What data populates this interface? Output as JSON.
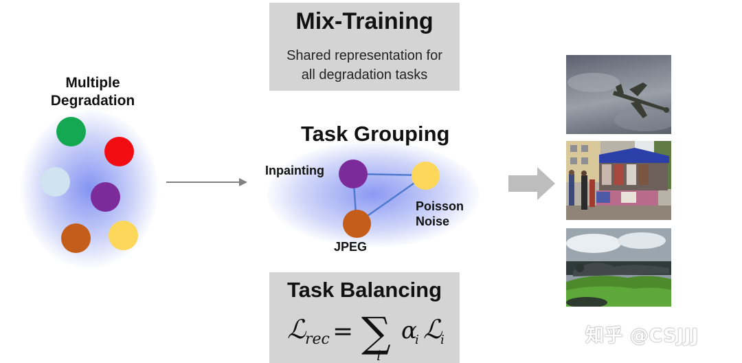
{
  "colors": {
    "green": "#14a853",
    "red": "#f10d12",
    "light_blue": "#cfe3f1",
    "purple": "#7b2b9a",
    "orange": "#c35d19",
    "yellow": "#fdd75a",
    "edge_blue": "#4f79cf",
    "panel_gray": "#d4d4d4",
    "arrow_gray": "#bdbdbd",
    "glow_blue": "#7c8ff0"
  },
  "left": {
    "title_line1": "Multiple",
    "title_line2": "Degradation"
  },
  "mix_training": {
    "title": "Mix-Training",
    "sub_line1": "Shared representation for",
    "sub_line2": "all degradation tasks"
  },
  "task_grouping": {
    "title": "Task Grouping",
    "label_inpainting": "Inpainting",
    "label_poisson_line1": "Poisson",
    "label_poisson_line2": "Noise",
    "label_jpeg": "JPEG"
  },
  "task_balancing": {
    "title": "Task Balancing"
  },
  "watermark": "知乎 @CSJJJ"
}
